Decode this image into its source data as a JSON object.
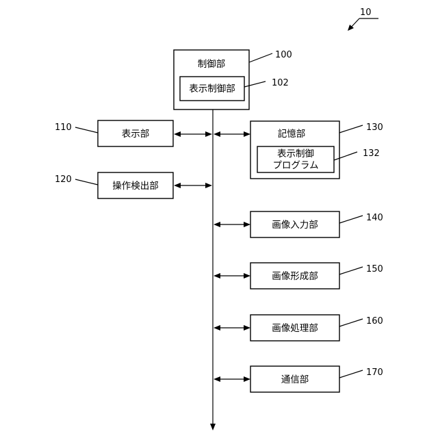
{
  "figure_ref": "10",
  "blocks": {
    "control": {
      "label": "制御部",
      "ref": "100"
    },
    "display_control": {
      "label": "表示制御部",
      "ref": "102"
    },
    "display": {
      "label": "表示部",
      "ref": "110"
    },
    "operation_detect": {
      "label": "操作検出部",
      "ref": "120"
    },
    "storage": {
      "label": "記憶部",
      "ref": "130"
    },
    "program": {
      "label_line1": "表示制御",
      "label_line2": "プログラム",
      "ref": "132"
    },
    "image_input": {
      "label": "画像入力部",
      "ref": "140"
    },
    "image_forming": {
      "label": "画像形成部",
      "ref": "150"
    },
    "image_processing": {
      "label": "画像処理部",
      "ref": "160"
    },
    "communication": {
      "label": "通信部",
      "ref": "170"
    }
  }
}
